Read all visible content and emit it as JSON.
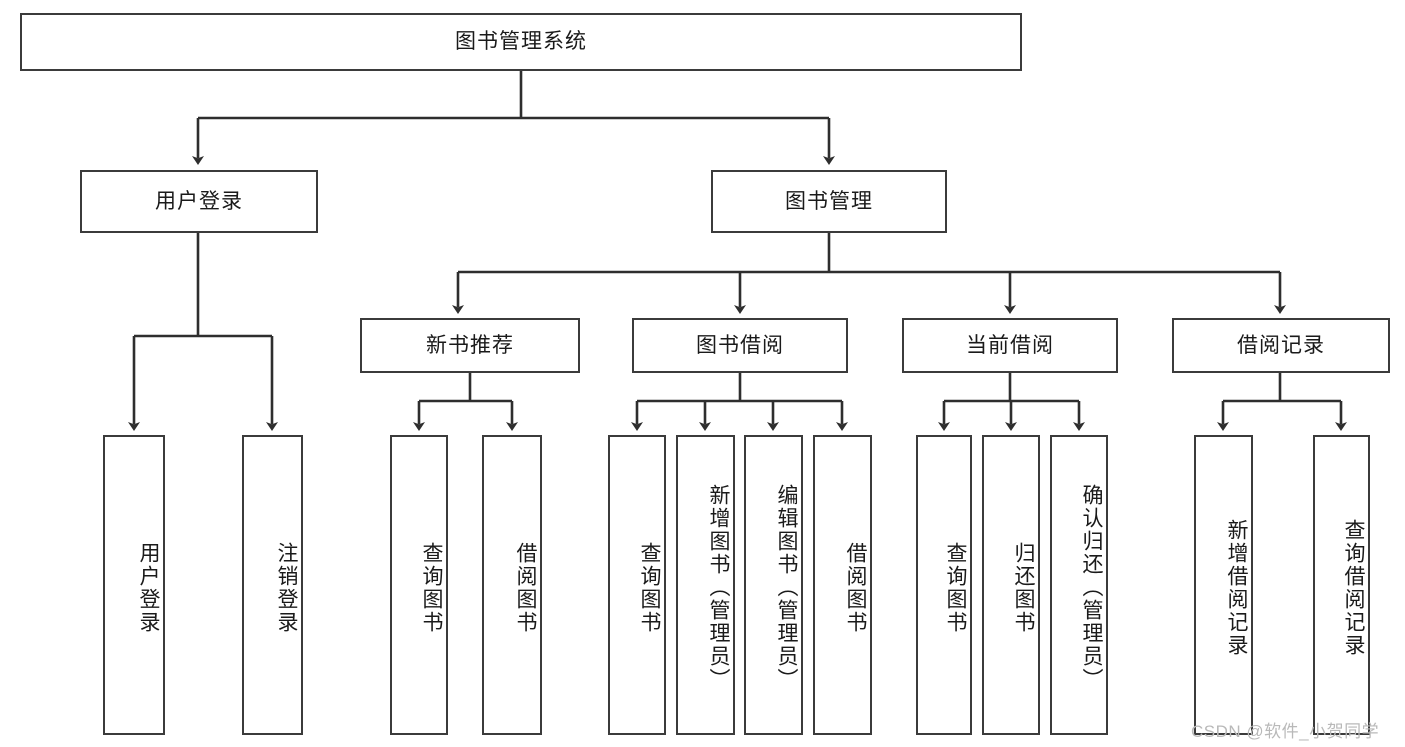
{
  "diagram": {
    "type": "tree",
    "title": "图书管理系统",
    "levels": {
      "root": "图书管理系统",
      "level2": [
        "用户登录",
        "图书管理"
      ],
      "level3": [
        "新书推荐",
        "图书借阅",
        "当前借阅",
        "借阅记录"
      ]
    },
    "nodes": {
      "root": {
        "label": "图书管理系统"
      },
      "user_login": {
        "label": "用户登录"
      },
      "book_mgmt": {
        "label": "图书管理"
      },
      "new_book_rec": {
        "label": "新书推荐"
      },
      "book_borrow": {
        "label": "图书借阅"
      },
      "current_borrow": {
        "label": "当前借阅"
      },
      "borrow_record": {
        "label": "借阅记录"
      },
      "leaf_1": {
        "label": "用户登录"
      },
      "leaf_2": {
        "label": "注销登录"
      },
      "leaf_3": {
        "label": "查询图书"
      },
      "leaf_4": {
        "label": "借阅图书"
      },
      "leaf_5": {
        "label": "查询图书"
      },
      "leaf_6": {
        "label": "新增图书（管理员）"
      },
      "leaf_7": {
        "label": "编辑图书（管理员）"
      },
      "leaf_8": {
        "label": "借阅图书"
      },
      "leaf_9": {
        "label": "查询图书"
      },
      "leaf_10": {
        "label": "归还图书"
      },
      "leaf_11": {
        "label": "确认归还（管理员）"
      },
      "leaf_12": {
        "label": "新增借阅记录"
      },
      "leaf_13": {
        "label": "查询借阅记录"
      }
    },
    "edges": [
      {
        "from": "root",
        "to": "user_login"
      },
      {
        "from": "root",
        "to": "book_mgmt"
      },
      {
        "from": "user_login",
        "to": "leaf_1"
      },
      {
        "from": "user_login",
        "to": "leaf_2"
      },
      {
        "from": "book_mgmt",
        "to": "new_book_rec"
      },
      {
        "from": "book_mgmt",
        "to": "book_borrow"
      },
      {
        "from": "book_mgmt",
        "to": "current_borrow"
      },
      {
        "from": "book_mgmt",
        "to": "borrow_record"
      },
      {
        "from": "new_book_rec",
        "to": "leaf_3"
      },
      {
        "from": "new_book_rec",
        "to": "leaf_4"
      },
      {
        "from": "book_borrow",
        "to": "leaf_5"
      },
      {
        "from": "book_borrow",
        "to": "leaf_6"
      },
      {
        "from": "book_borrow",
        "to": "leaf_7"
      },
      {
        "from": "book_borrow",
        "to": "leaf_8"
      },
      {
        "from": "current_borrow",
        "to": "leaf_9"
      },
      {
        "from": "current_borrow",
        "to": "leaf_10"
      },
      {
        "from": "current_borrow",
        "to": "leaf_11"
      },
      {
        "from": "borrow_record",
        "to": "leaf_12"
      },
      {
        "from": "borrow_record",
        "to": "leaf_13"
      }
    ],
    "colors": {
      "box_border": "#3b3b3b",
      "box_fill": "#ffffff",
      "connector": "#2e2e2e",
      "text": "#1a1a1a",
      "watermark": "#b9b9b9"
    }
  },
  "watermark": {
    "text": "CSDN @软件_小贺同学"
  }
}
